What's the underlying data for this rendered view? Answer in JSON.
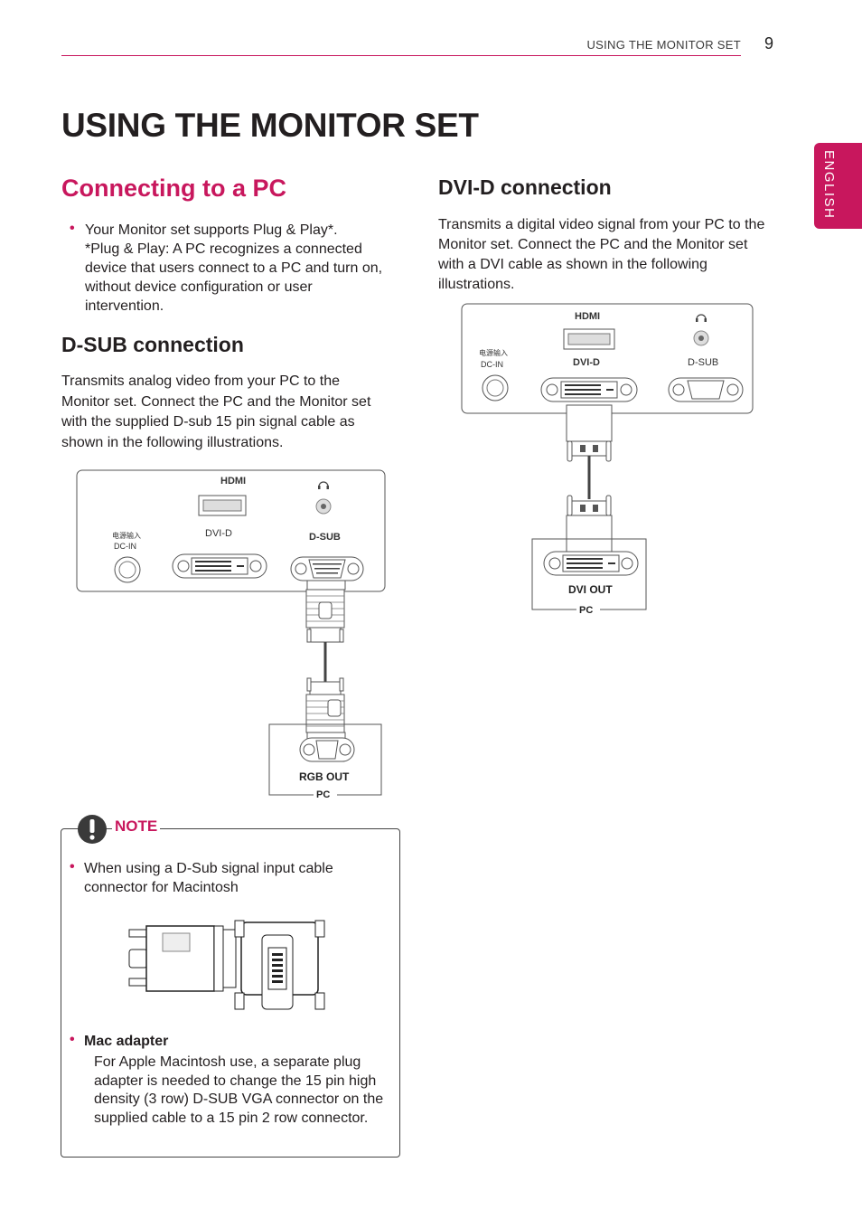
{
  "header": {
    "section": "USING THE MONITOR SET",
    "page_number": "9"
  },
  "side_tab": {
    "label": "ENGLISH"
  },
  "title": "USING THE MONITOR SET",
  "section_pc": {
    "title": "Connecting to a PC",
    "bullet_line1": "Your Monitor set supports Plug & Play*.",
    "bullet_rest": "*Plug & Play:  A PC recognizes a connected device that users connect to a PC and turn on, without device configuration or user intervention."
  },
  "dsub": {
    "title": "D-SUB connection",
    "body": "Transmits analog video from your PC to the Monitor set. Connect the PC and the Monitor set with the supplied D-sub 15 pin signal cable as shown in the following illustrations.",
    "diagram": {
      "hdmi": "HDMI",
      "dc_cn": "电源输入",
      "dc_in": "DC-IN",
      "dvi_d": "DVI-D",
      "d_sub": "D-SUB",
      "rgb_out": "RGB OUT",
      "pc": "PC"
    }
  },
  "dvid": {
    "title": "DVI-D connection",
    "body": "Transmits a digital video signal from your PC to the Monitor set. Connect the PC and the Monitor set with a DVI cable as shown in the following illustrations.",
    "diagram": {
      "hdmi": "HDMI",
      "dc_cn": "电源输入",
      "dc_in": "DC-IN",
      "dvi_d": "DVI-D",
      "d_sub": "D-SUB",
      "dvi_out": "DVI OUT",
      "pc": "PC"
    }
  },
  "note": {
    "label": "NOTE",
    "bullet1": "When using a D-Sub signal input cable connector for Macintosh",
    "mac_title": "Mac adapter",
    "mac_body": "For Apple Macintosh use, a separate plug adapter is needed to change the 15 pin high density (3 row) D-SUB VGA connector on the supplied cable to a 15 pin 2 row connector."
  },
  "colors": {
    "accent": "#c8175d",
    "text": "#231f20"
  }
}
